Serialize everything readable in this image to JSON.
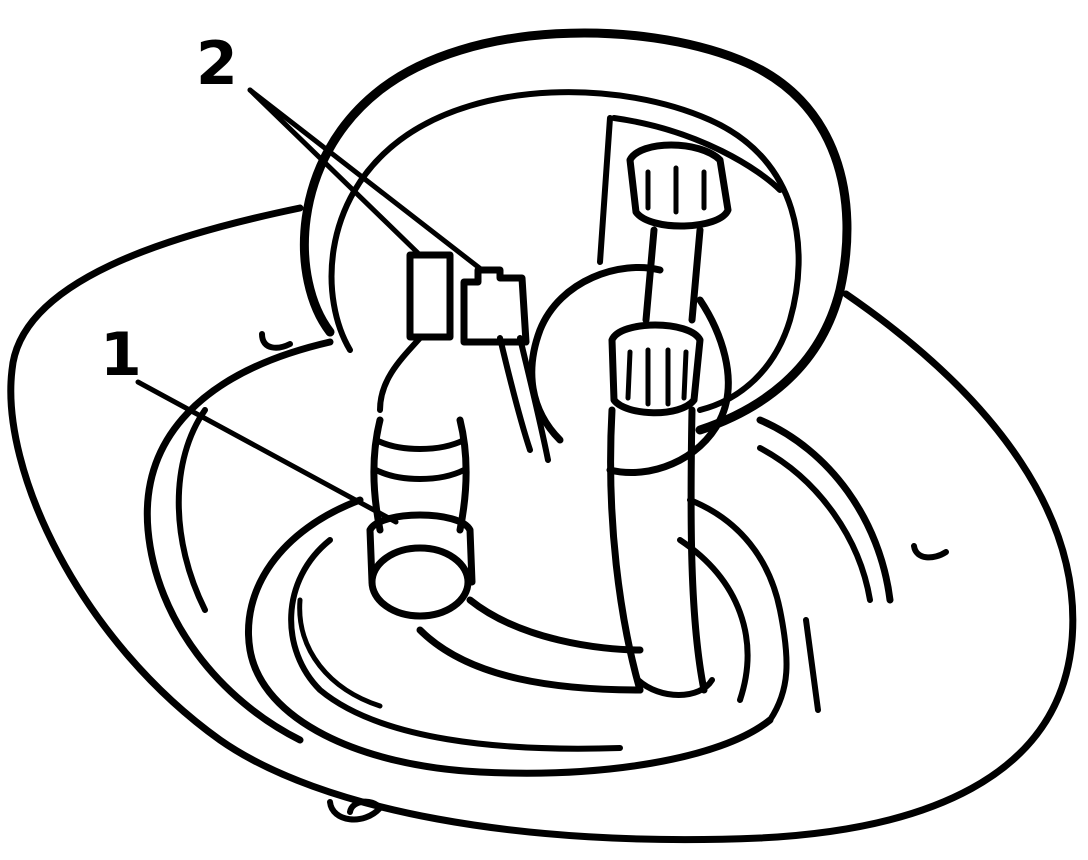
{
  "diagram": {
    "callouts": [
      {
        "id": "1",
        "label": "1"
      },
      {
        "id": "2",
        "label": "2"
      }
    ],
    "colors": {
      "ink": "#000000",
      "background": "#ffffff"
    }
  }
}
